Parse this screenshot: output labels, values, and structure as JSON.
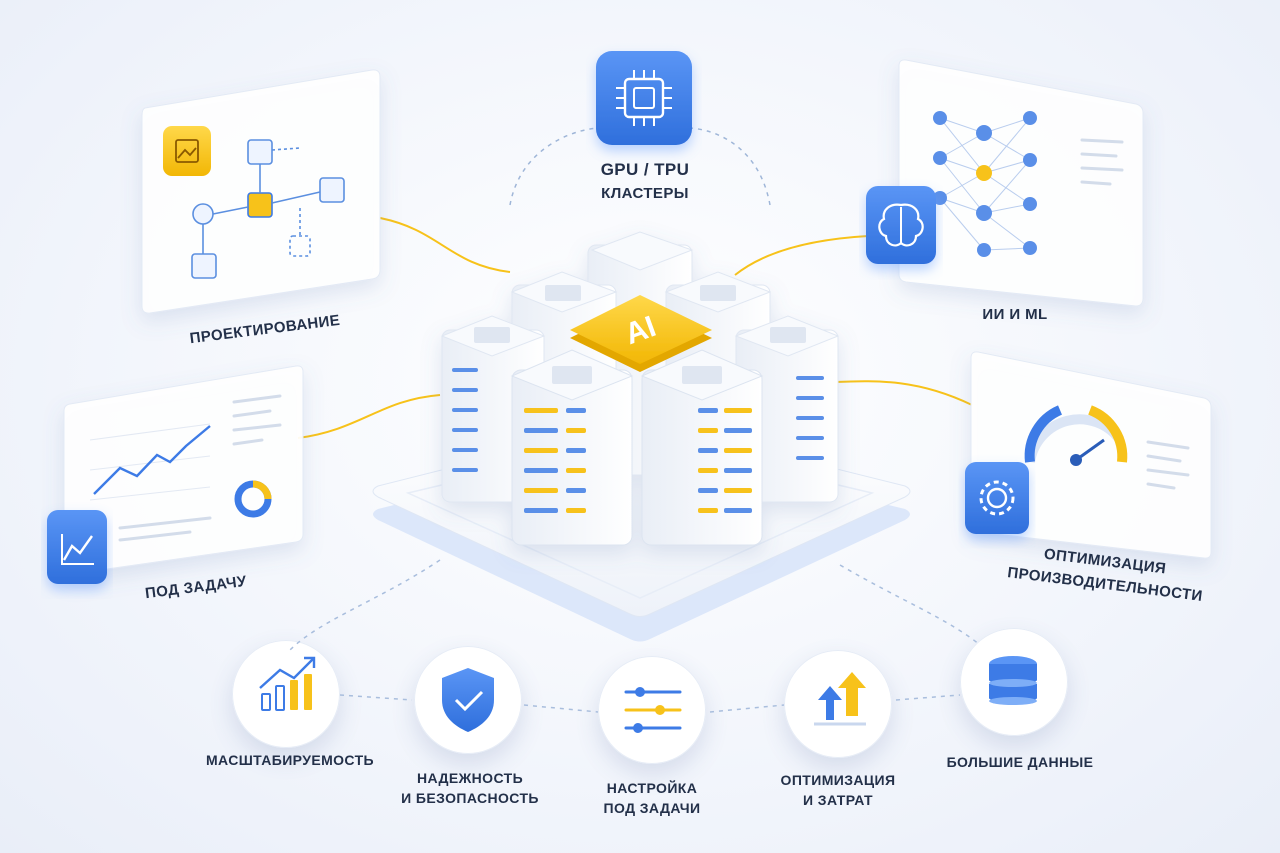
{
  "center": {
    "chip_label": "AI"
  },
  "top_hub": {
    "title": "GPU / TPU",
    "subtitle": "КЛАСТЕРЫ",
    "icon": "cpu-chip-icon"
  },
  "panels": {
    "design": {
      "label": "ПРОЕКТИРОВАНИЕ",
      "icon": "image-icon"
    },
    "ai_ml": {
      "label": "ИИ И ML",
      "icon": "brain-icon"
    },
    "custom_task": {
      "label": "ПОД ЗАДАЧУ",
      "icon": "line-chart-icon"
    },
    "performance": {
      "label_line1": "ОПТИМИЗАЦИЯ",
      "label_line2": "ПРОИЗВОДИТЕЛЬНОСТИ",
      "icon": "gear-icon"
    }
  },
  "features": [
    {
      "label_line1": "МАСШТАБИРУЕМОСТЬ",
      "label_line2": "",
      "icon": "growth-bars-icon"
    },
    {
      "label_line1": "НАДЕЖНОСТЬ",
      "label_line2": "И БЕЗОПАСНОСТЬ",
      "icon": "shield-check-icon"
    },
    {
      "label_line1": "НАСТРОЙКА",
      "label_line2": "ПОД ЗАДАЧИ",
      "icon": "sliders-icon"
    },
    {
      "label_line1": "ОПТИМИЗАЦИЯ",
      "label_line2": "И ЗАТРАТ",
      "icon": "arrows-up-icon"
    },
    {
      "label_line1": "БОЛЬШИЕ ДАННЫЕ",
      "label_line2": "",
      "icon": "database-icon"
    }
  ],
  "colors": {
    "accent_blue": "#3d7be6",
    "accent_yellow": "#f7c21a",
    "text_dark": "#233049"
  }
}
